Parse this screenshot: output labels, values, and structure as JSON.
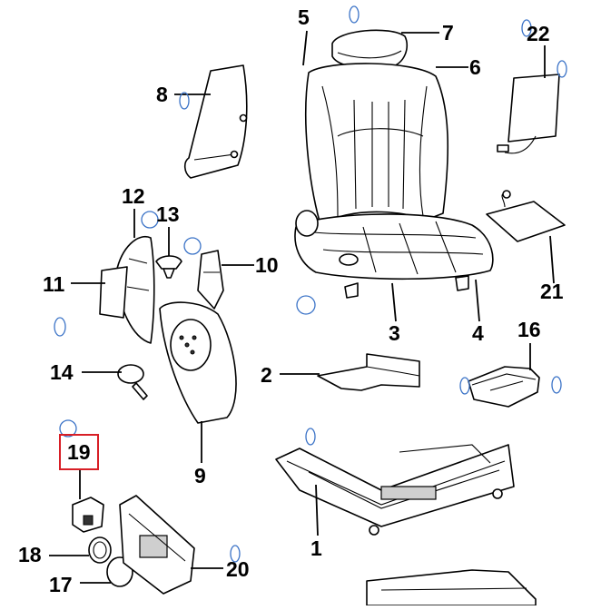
{
  "diagram": {
    "callouts": {
      "p1": "1",
      "p2": "2",
      "p3": "3",
      "p4": "4",
      "p5": "5",
      "p6": "6",
      "p7": "7",
      "p8": "8",
      "p9": "9",
      "p10": "10",
      "p11": "11",
      "p12": "12",
      "p13": "13",
      "p14": "14",
      "p16": "16",
      "p17": "17",
      "p18": "18",
      "p19": "19",
      "p20": "20",
      "p21": "21",
      "p22": "22"
    },
    "selected_callout": "19",
    "colors": {
      "highlight": "#d81f26",
      "hotspot": "#3b73c7",
      "line": "#000000"
    }
  }
}
